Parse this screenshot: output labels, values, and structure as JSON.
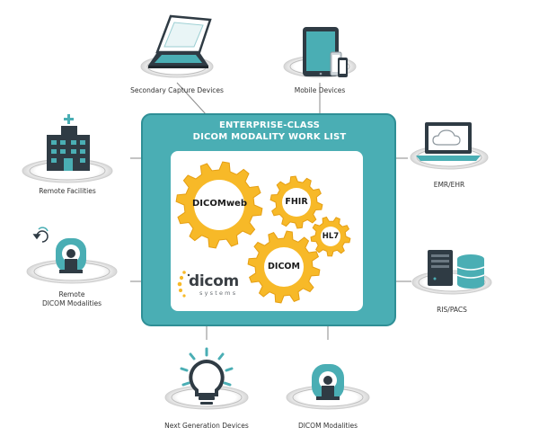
{
  "hub": {
    "title_line1": "ENTERPRISE-CLASS",
    "title_line2": "DICOM MODALITY WORK LIST"
  },
  "gears": {
    "dicomweb": "DICOMweb",
    "fhir": "FHIR",
    "hl7": "HL7",
    "dicom": "DICOM"
  },
  "brand": {
    "name": "dicom",
    "sub": "systems"
  },
  "nodes": {
    "secondary_capture": "Secondary Capture Devices",
    "mobile": "Mobile Devices",
    "remote_facilities": "Remote Facilities",
    "emr": "EMR/EHR",
    "remote_modalities_line1": "Remote",
    "remote_modalities_line2": "DICOM Modalities",
    "ris_pacs": "RIS/PACS",
    "next_gen": "Next Generation Devices",
    "dicom_modalities": "DICOM Modalities"
  },
  "colors": {
    "teal": "#4aaeb4",
    "teal_dark": "#2f8f96",
    "gear_yellow": "#f7b928",
    "gear_dark": "#e59f14",
    "icon_dark": "#3a4a55",
    "ring_gray": "#d9d9d9"
  }
}
